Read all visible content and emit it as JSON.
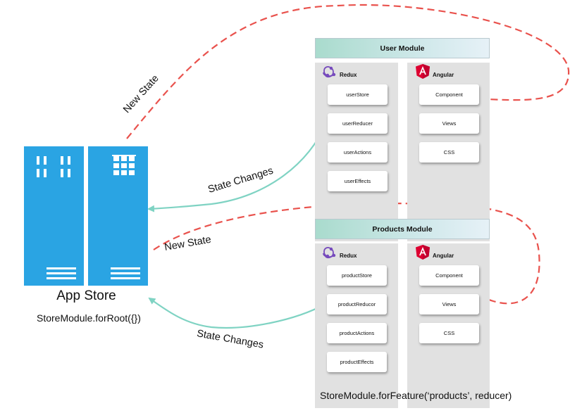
{
  "app_store": {
    "label": "App Store",
    "subtitle": "StoreModule.forRoot({})"
  },
  "user_module": {
    "title": "User Module",
    "redux_title": "Redux",
    "angular_title": "Angular",
    "redux_items": [
      "userStore",
      "userReducer",
      "userActions",
      "userEffects"
    ],
    "angular_items": [
      "Component",
      "Views",
      "CSS"
    ]
  },
  "products_module": {
    "title": "Products Module",
    "redux_title": "Redux",
    "angular_title": "Angular",
    "redux_items": [
      "productStore",
      "productReducor",
      "productActions",
      "productEffects"
    ],
    "angular_items": [
      "Component",
      "Views",
      "CSS"
    ],
    "caption": "StoreModule.forFeature(‘products’, reducer)"
  },
  "connections": {
    "top_new_state": "New State",
    "top_state_changes": "State Changes",
    "bottom_new_state": "New State",
    "bottom_state_changes": "State Changes"
  },
  "colors": {
    "store_blue": "#2aa4e3",
    "new_state_line": "#e9524d",
    "state_change_line": "#7fd3c3",
    "angular_red": "#c3002f",
    "redux_purple": "#764abc"
  }
}
